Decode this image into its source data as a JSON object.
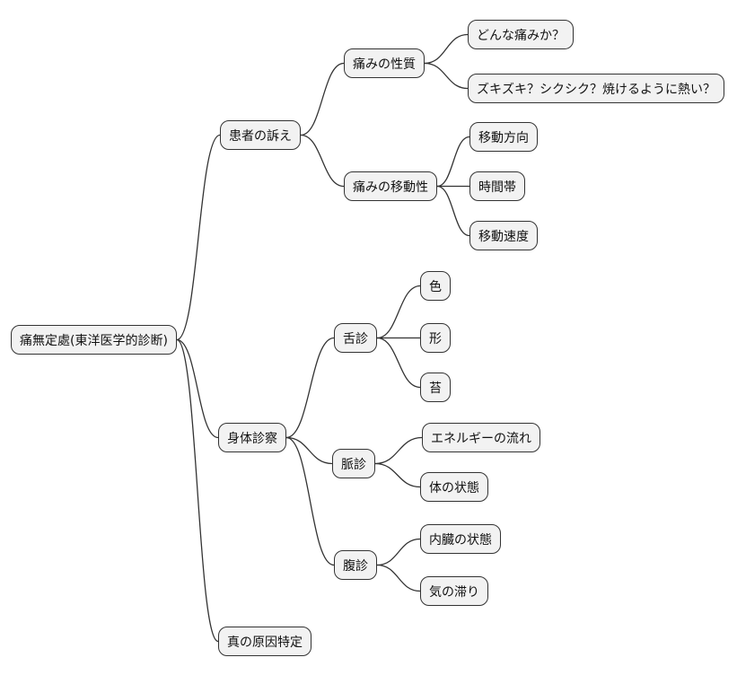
{
  "diagram": {
    "type": "mindmap",
    "background_color": "#ffffff",
    "node_fill_color": "#f2f2f2",
    "node_border_color": "#333333",
    "edge_color": "#333333",
    "text_color": "#111111"
  },
  "nodes": {
    "root": {
      "label": "痛無定處(東洋医学的診断)"
    },
    "patient": {
      "label": "患者の訴え"
    },
    "exam": {
      "label": "身体診察"
    },
    "cause": {
      "label": "真の原因特定"
    },
    "quality": {
      "label": "痛みの性質"
    },
    "mobility": {
      "label": "痛みの移動性"
    },
    "whatpain": {
      "label": "どんな痛みか？"
    },
    "zukizuki": {
      "label": "ズキズキ？シクシク？焼けるように熱い？"
    },
    "direction": {
      "label": "移動方向"
    },
    "time": {
      "label": "時間帯"
    },
    "speed": {
      "label": "移動速度"
    },
    "tongue": {
      "label": "舌診"
    },
    "color": {
      "label": "色"
    },
    "shape": {
      "label": "形"
    },
    "coating": {
      "label": "苔"
    },
    "pulse": {
      "label": "脈診"
    },
    "energy": {
      "label": "エネルギーの流れ"
    },
    "bodystate": {
      "label": "体の状態"
    },
    "abdomen": {
      "label": "腹診"
    },
    "organ": {
      "label": "内臓の状態"
    },
    "qi": {
      "label": "気の滞り"
    }
  },
  "edges": [
    {
      "from": "root",
      "to": "patient"
    },
    {
      "from": "root",
      "to": "exam"
    },
    {
      "from": "root",
      "to": "cause"
    },
    {
      "from": "patient",
      "to": "quality"
    },
    {
      "from": "patient",
      "to": "mobility"
    },
    {
      "from": "quality",
      "to": "whatpain"
    },
    {
      "from": "quality",
      "to": "zukizuki"
    },
    {
      "from": "mobility",
      "to": "direction"
    },
    {
      "from": "mobility",
      "to": "time"
    },
    {
      "from": "mobility",
      "to": "speed"
    },
    {
      "from": "exam",
      "to": "tongue"
    },
    {
      "from": "exam",
      "to": "pulse"
    },
    {
      "from": "exam",
      "to": "abdomen"
    },
    {
      "from": "tongue",
      "to": "color"
    },
    {
      "from": "tongue",
      "to": "shape"
    },
    {
      "from": "tongue",
      "to": "coating"
    },
    {
      "from": "pulse",
      "to": "energy"
    },
    {
      "from": "pulse",
      "to": "bodystate"
    },
    {
      "from": "abdomen",
      "to": "organ"
    },
    {
      "from": "abdomen",
      "to": "qi"
    }
  ]
}
